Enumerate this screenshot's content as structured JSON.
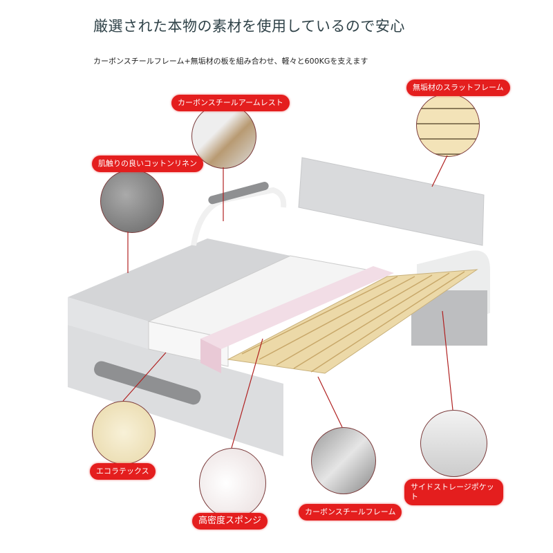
{
  "header": {
    "title": "厳選された本物の素材を使用しているので安心",
    "subtitle": "カーボンスチールフレーム+無垢材の板を組み合わせ、軽々と600KGを支えます"
  },
  "callouts": {
    "armrest": "カーボンスチールアームレスト",
    "slat_frame": "無垢材のスラットフレーム",
    "cotton": "肌触りの良いコットンリネン",
    "latex": "エコラテックス",
    "sponge": "高密度スポンジ",
    "carbon_frame": "カーボンスチールフレーム",
    "side_pocket": "サイドストレージポケット"
  },
  "colors": {
    "accent": "#e41e1e",
    "title": "#2f4248",
    "fabric": "#d7d8da",
    "wood": "#ecd9a8"
  }
}
